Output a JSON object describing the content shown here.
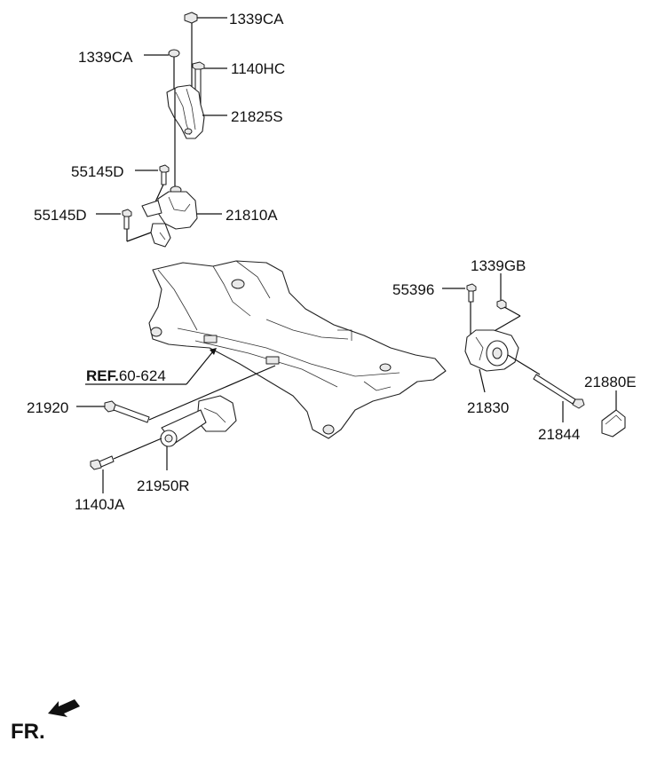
{
  "diagram": {
    "parts": {
      "nut_top": "1339CA",
      "nut_left": "1339CA",
      "bolt_1140hc": "1140HC",
      "bracket": "21825S",
      "bolt_upper": "55145D",
      "bolt_lower": "55145D",
      "mount": "21810A",
      "nut_rear": "1339GB",
      "bolt_rear": "55396",
      "rear_mount": "21830",
      "rear_bolt_long": "21844",
      "cover": "21880E",
      "roll_bolt": "21920",
      "roll_rod": "21950R",
      "roll_bolt_lower": "1140JA"
    },
    "reference": {
      "prefix": "REF.",
      "number": "60-624"
    },
    "direction": {
      "label": "FR."
    }
  }
}
